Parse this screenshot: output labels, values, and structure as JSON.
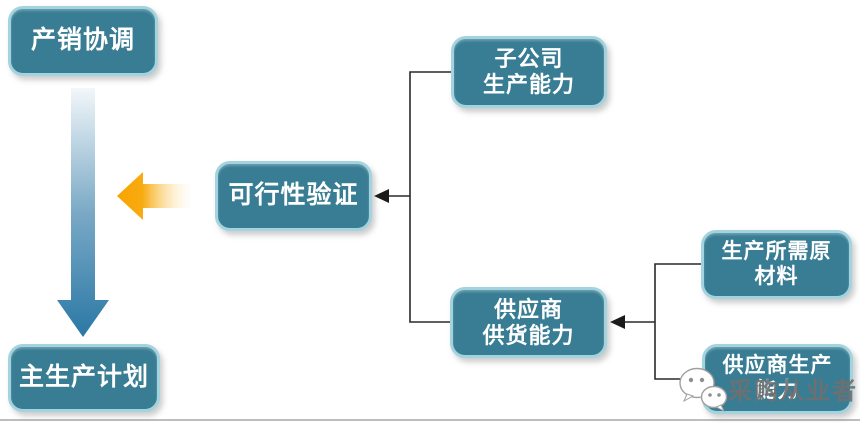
{
  "diagram": {
    "nodes": {
      "production_sales": {
        "label": "产销协调"
      },
      "master_plan": {
        "label": "主生产计划"
      },
      "feasibility": {
        "label": "可行性验证"
      },
      "subsidiary": {
        "line1": "子公司",
        "line2": "生产能力"
      },
      "supplier_supply": {
        "line1": "供应商",
        "line2": "供货能力"
      },
      "raw_materials": {
        "line1": "生产所需原",
        "line2": "材料"
      },
      "supplier_production": {
        "line1": "供应商生产",
        "line2": "能力"
      }
    },
    "icons": {
      "flow_arrow": "down-arrow-icon",
      "highlight_arrow": "left-arrow-icon",
      "watermark_icon": "wechat-icon"
    },
    "colors": {
      "node_fill": "#387d93",
      "node_border": "#a3d3de",
      "node_text": "#ffffff",
      "flow_arrow_top": "#f2f7fa",
      "flow_arrow_bottom": "#2a78a5",
      "highlight_arrow": "#f7a400",
      "connector": "#2a2a2a",
      "watermark_text_color": "#707070",
      "divider": "#bdbdbd"
    }
  },
  "watermark": {
    "text": "采购从业者"
  }
}
